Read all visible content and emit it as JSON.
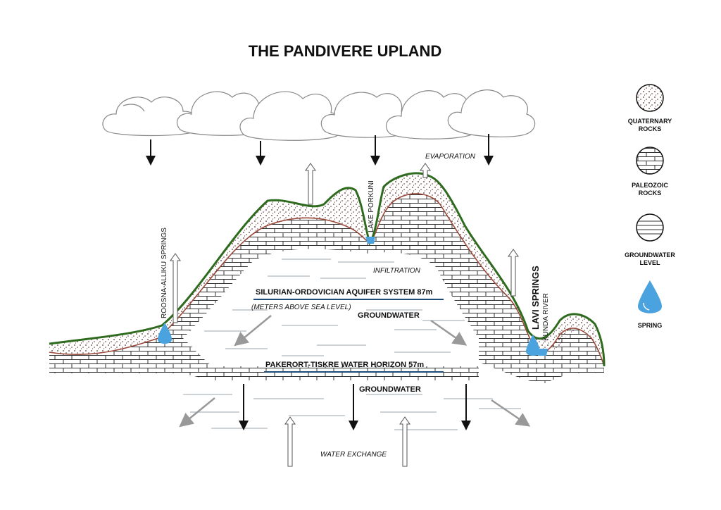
{
  "title": "THE PANDIVERE UPLAND",
  "labels": {
    "evaporation": "EVAPORATION",
    "lake": "LAKE PORKUNI",
    "infiltration": "INFILTRATION",
    "aquifer": "SILURIAN-ORDOVICIAN AQUIFER SYSTEM 87m",
    "meters": "(METERS ABOVE SEA LEVEL)",
    "groundwater_upper": "GROUNDWATER",
    "roosna": "ROOSNA-ALLIKU SPRINGS",
    "lavi": "LAVI SPRINGS",
    "kunda": "KUNDA RIVER",
    "horizon": "PAKERORT-TISKRE WATER HORIZON 57m",
    "groundwater_lower": "GROUNDWATER",
    "exchange": "WATER EXCHANGE"
  },
  "legend": {
    "quaternary": [
      "QUATERNARY",
      "ROCKS"
    ],
    "paleozoic": [
      "PALEOZOIC",
      "ROCKS"
    ],
    "groundwater": [
      "GROUNDWATER",
      "LEVEL"
    ],
    "spring": [
      "SPRING"
    ]
  },
  "colors": {
    "surface": "#2e6b1f",
    "rock_line": "#9a4a3c",
    "water": "#4aa3df",
    "arrow_gray": "#999999"
  },
  "icons": [
    "cloud-icon",
    "water-drop-icon",
    "arrow-down-icon",
    "arrow-up-icon"
  ]
}
